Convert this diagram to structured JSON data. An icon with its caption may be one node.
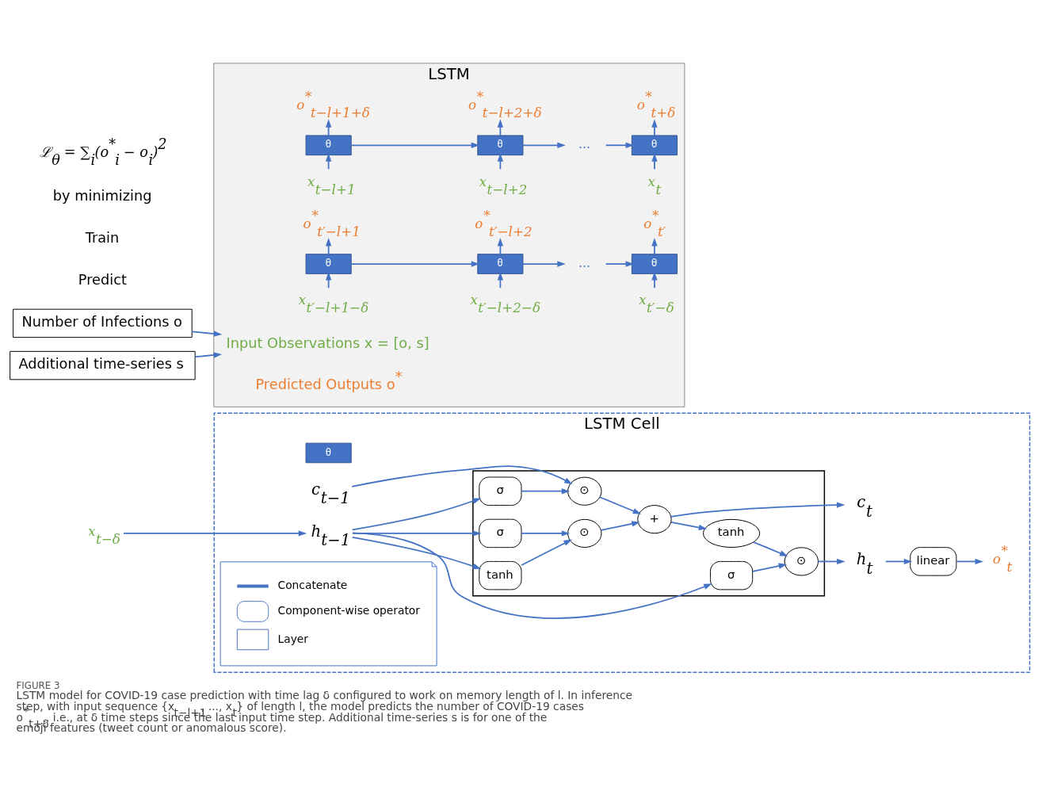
{
  "diagram": {
    "title": "FIGURE 3",
    "caption": "LSTM model for COVID-19 case prediction with time lag δ configured to work on memory length of l. In inference step, with input sequence {x$_{t−l+1}$, ..., x$_{t}$} of length l, the model predicts the number of COVID-19 cases o$^{*}$$_{t+δ}$, i.e., at δ time steps since the last input time step. Additional time-series s is for one of the emoji features (tweet count or anomalous score).",
    "nodes": [
      {
        "text": [
          "LSTM Cell"
        ]
      },
      {
        "text": [
          "θ"
        ],
        "in": 0
      },
      {
        "text": [],
        "shape": "box",
        "in": 0
      },
      {
        "text": [
          "c$_{t−1}$"
        ],
        "in": 0
      },
      {
        "text": [
          "h$_{t−1}$"
        ],
        "in": 0
      },
      {
        "text": [
          "x$_{t−δ}$"
        ]
      },
      {
        "text": [
          "⊙"
        ],
        "in": 2
      },
      {
        "text": [
          "+"
        ],
        "in": 2
      },
      {
        "text": [
          "⊙"
        ],
        "in": 2
      },
      {
        "text": [
          "tanh"
        ],
        "in": 2
      },
      {
        "text": [
          "σ"
        ],
        "in": 2
      },
      {
        "text": [
          "σ"
        ],
        "in": 2
      },
      {
        "text": [
          "tanh"
        ],
        "in": 2
      },
      {
        "text": [
          "σ"
        ],
        "in": 2
      },
      {
        "text": [
          "⊙"
        ],
        "in": 2
      },
      {
        "text": [
          "c$_{t}$"
        ],
        "in": 0
      },
      {
        "text": [
          "h$_{t}$"
        ],
        "in": 0
      },
      {
        "text": [
          "linear"
        ],
        "in": 0
      },
      {
        "text": [
          "o$^{*}$$_{t}$"
        ],
        "in": 0
      },
      {
        "text": [
          "LSTM"
        ]
      },
      {
        "text": [
          "o$^{*}$$_{t−l+1+δ}$"
        ],
        "in": 19
      },
      {
        "text": [
          "θ"
        ],
        "in": 19
      },
      {
        "text": [
          "x$_{t−l+1}$"
        ],
        "in": 19
      },
      {
        "text": [
          "o$^{*}$$_{t−l+2+δ}$"
        ],
        "in": 19
      },
      {
        "text": [
          "θ"
        ],
        "in": 19
      },
      {
        "text": [
          "x$_{t−l+2}$"
        ],
        "in": 19
      },
      {
        "text": [
          "..."
        ],
        "in": 19
      },
      {
        "text": [
          "o$^{*}$$_{t+δ}$"
        ],
        "in": 19
      },
      {
        "text": [
          "θ"
        ],
        "in": 19
      },
      {
        "text": [
          "x$_{t}$"
        ],
        "in": 19
      },
      {
        "text": [
          "o$^{*}$$_{t′−l+1}$"
        ],
        "in": 19
      },
      {
        "text": [
          "θ"
        ],
        "in": 19
      },
      {
        "text": [
          "x$_{t′−l+1−δ}$"
        ],
        "in": 19
      },
      {
        "text": [
          "o$^{*}$$_{t′−l+2}$"
        ],
        "in": 19
      },
      {
        "text": [
          "θ"
        ],
        "in": 19
      },
      {
        "text": [
          "x$_{t′−l+2−δ}$"
        ],
        "in": 19
      },
      {
        "text": [
          "..."
        ],
        "in": 19
      },
      {
        "text": [
          "o$^{*}$$_{t′}$"
        ],
        "in": 19
      },
      {
        "text": [
          "θ"
        ],
        "in": 19
      },
      {
        "text": [
          "x$_{t′−δ}$"
        ],
        "in": 19
      },
      {
        "text": [
          "Input Observations x = [o, s]"
        ],
        "in": 19
      },
      {
        "text": [
          "Number of Infections o"
        ]
      },
      {
        "text": [
          "Additional time-series s"
        ]
      }
    ],
    "edges": [
      {
        "from": 3,
        "to": 6,
        "arrow": "to"
      },
      {
        "from": 6,
        "to": 7,
        "arrow": "to"
      },
      {
        "from": 7,
        "to": 15,
        "arrow": "to"
      },
      {
        "from": 7,
        "to": 9,
        "arrow": "to"
      },
      {
        "from": 9,
        "to": 14,
        "arrow": "to"
      },
      {
        "from": 14,
        "to": 16,
        "arrow": "to"
      },
      {
        "from": 4,
        "to": 13,
        "arrow": "to"
      },
      {
        "from": 13,
        "to": 14,
        "arrow": "to"
      },
      {
        "from": 4,
        "to": 10,
        "arrow": "to"
      },
      {
        "from": 4,
        "to": 11,
        "arrow": "to"
      },
      {
        "from": 4,
        "to": 12,
        "arrow": "to"
      },
      {
        "from": 10,
        "to": 6,
        "arrow": "to"
      },
      {
        "from": 11,
        "to": 8,
        "arrow": "to"
      },
      {
        "from": 12,
        "to": 8,
        "arrow": "to"
      },
      {
        "from": 8,
        "to": 7,
        "arrow": "to"
      },
      {
        "from": 5,
        "to": 4,
        "arrow": "to"
      },
      {
        "from": 16,
        "to": 17,
        "arrow": "to"
      },
      {
        "from": 17,
        "to": 18,
        "arrow": "to"
      },
      {
        "from": 22,
        "to": 21,
        "arrow": "to"
      },
      {
        "from": 21,
        "to": 20,
        "arrow": "to"
      },
      {
        "from": 21,
        "to": 24,
        "arrow": "to"
      },
      {
        "from": 25,
        "to": 24,
        "arrow": "to"
      },
      {
        "from": 24,
        "to": 23,
        "arrow": "to"
      },
      {
        "from": 24,
        "to": 26,
        "arrow": "to"
      },
      {
        "from": 26,
        "to": 28,
        "arrow": "to"
      },
      {
        "from": 29,
        "to": 28,
        "arrow": "to"
      },
      {
        "from": 28,
        "to": 27,
        "arrow": "to"
      },
      {
        "from": 32,
        "to": 31,
        "arrow": "to"
      },
      {
        "from": 31,
        "to": 30,
        "arrow": "to"
      },
      {
        "from": 31,
        "to": 34,
        "arrow": "to"
      },
      {
        "from": 35,
        "to": 34,
        "arrow": "to"
      },
      {
        "from": 34,
        "to": 33,
        "arrow": "to"
      },
      {
        "from": 34,
        "to": 36,
        "arrow": "to"
      },
      {
        "from": 36,
        "to": 38,
        "arrow": "to"
      },
      {
        "from": 39,
        "to": 38,
        "arrow": "to"
      },
      {
        "from": 38,
        "to": 37,
        "arrow": "to"
      },
      {
        "from": 41,
        "to": 40,
        "arrow": "to"
      },
      {
        "from": 42,
        "to": 40,
        "arrow": "to"
      }
    ],
    "labels": [
      "Predicted Outputs o$^{*}$",
      "Predict",
      "Train",
      "by minimizing",
      "ℒ$_{θ}$ = ∑$_{i}$(o$^{*}$$_{i}$ − o$_{i}$)$^{2}$"
    ],
    "legend": [
      {
        "text": "Concatenate"
      },
      {
        "text": "Component-wise operator"
      },
      {
        "text": "Layer"
      }
    ]
  }
}
